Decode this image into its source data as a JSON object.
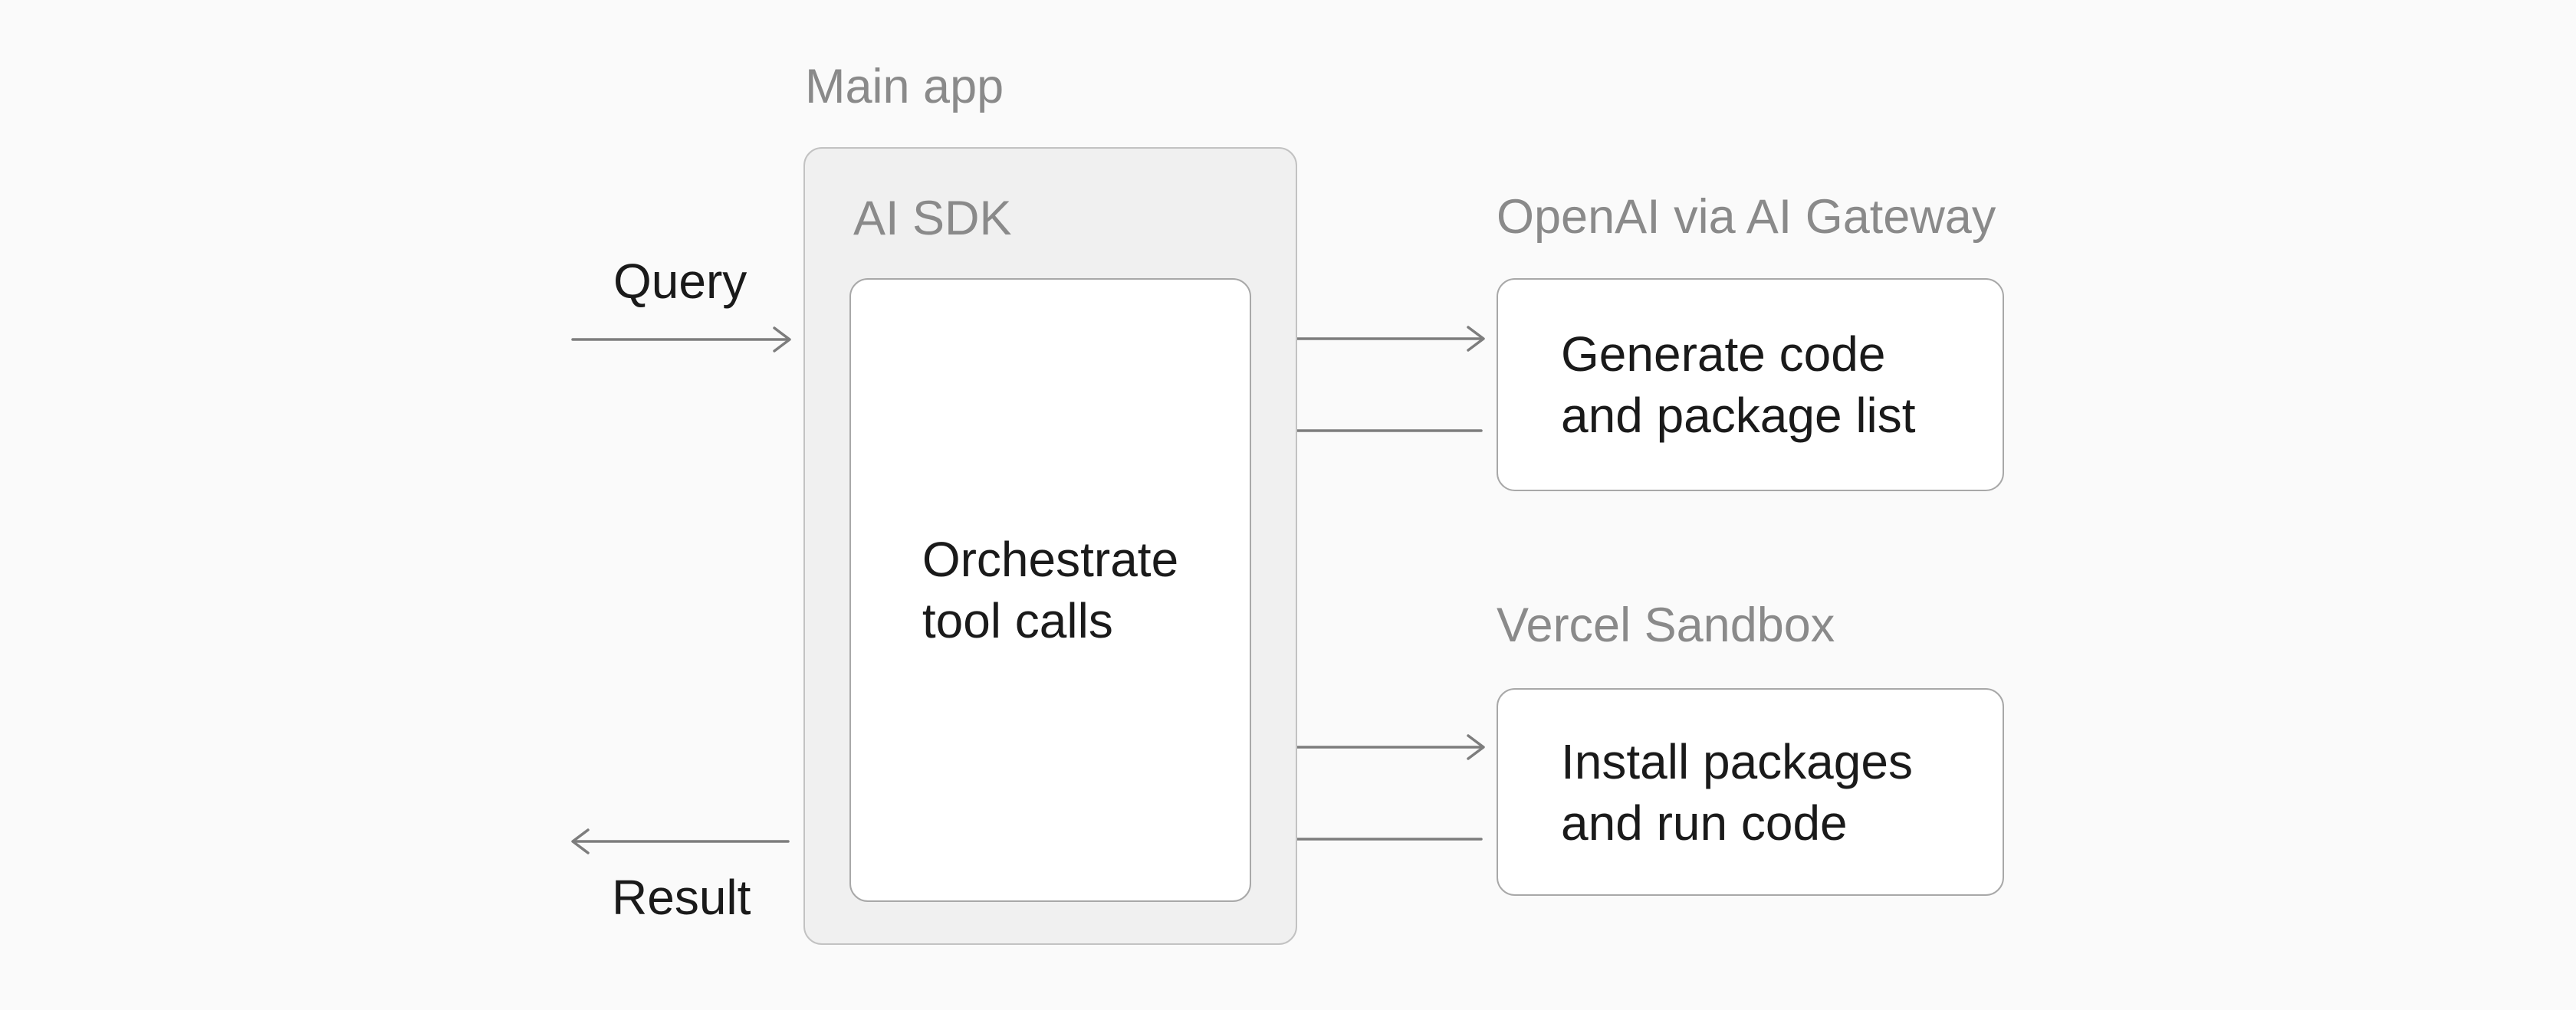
{
  "labels": {
    "main_app": "Main app",
    "ai_sdk": "AI SDK",
    "query": "Query",
    "result": "Result",
    "openai_gateway": "OpenAI via AI Gateway",
    "vercel_sandbox": "Vercel Sandbox"
  },
  "nodes": {
    "orchestrate": "Orchestrate\ntool calls",
    "generate": "Generate code\nand package list",
    "install": "Install packages\nand run code"
  },
  "arrows": [
    {
      "name": "query-arrow",
      "direction": "right",
      "from": "Query",
      "to": "Main app"
    },
    {
      "name": "sdk-to-openai-arrow",
      "direction": "right",
      "from": "AI SDK",
      "to": "OpenAI via AI Gateway"
    },
    {
      "name": "openai-to-sdk-arrow",
      "direction": "left",
      "from": "OpenAI via AI Gateway",
      "to": "AI SDK"
    },
    {
      "name": "sdk-to-vercel-arrow",
      "direction": "right",
      "from": "AI SDK",
      "to": "Vercel Sandbox"
    },
    {
      "name": "vercel-to-sdk-arrow",
      "direction": "left",
      "from": "Vercel Sandbox",
      "to": "AI SDK"
    },
    {
      "name": "result-arrow",
      "direction": "left",
      "from": "Main app",
      "to": "Result"
    }
  ],
  "colors": {
    "background": "#fafafa",
    "group-fill": "#f0f0f0",
    "group-border": "#c2c2c2",
    "node-fill": "#ffffff",
    "node-border": "#a8a8a8",
    "arrow": "#7d7d7d",
    "label-gray": "#8a8a8a",
    "text-black": "#1a1a1a"
  }
}
